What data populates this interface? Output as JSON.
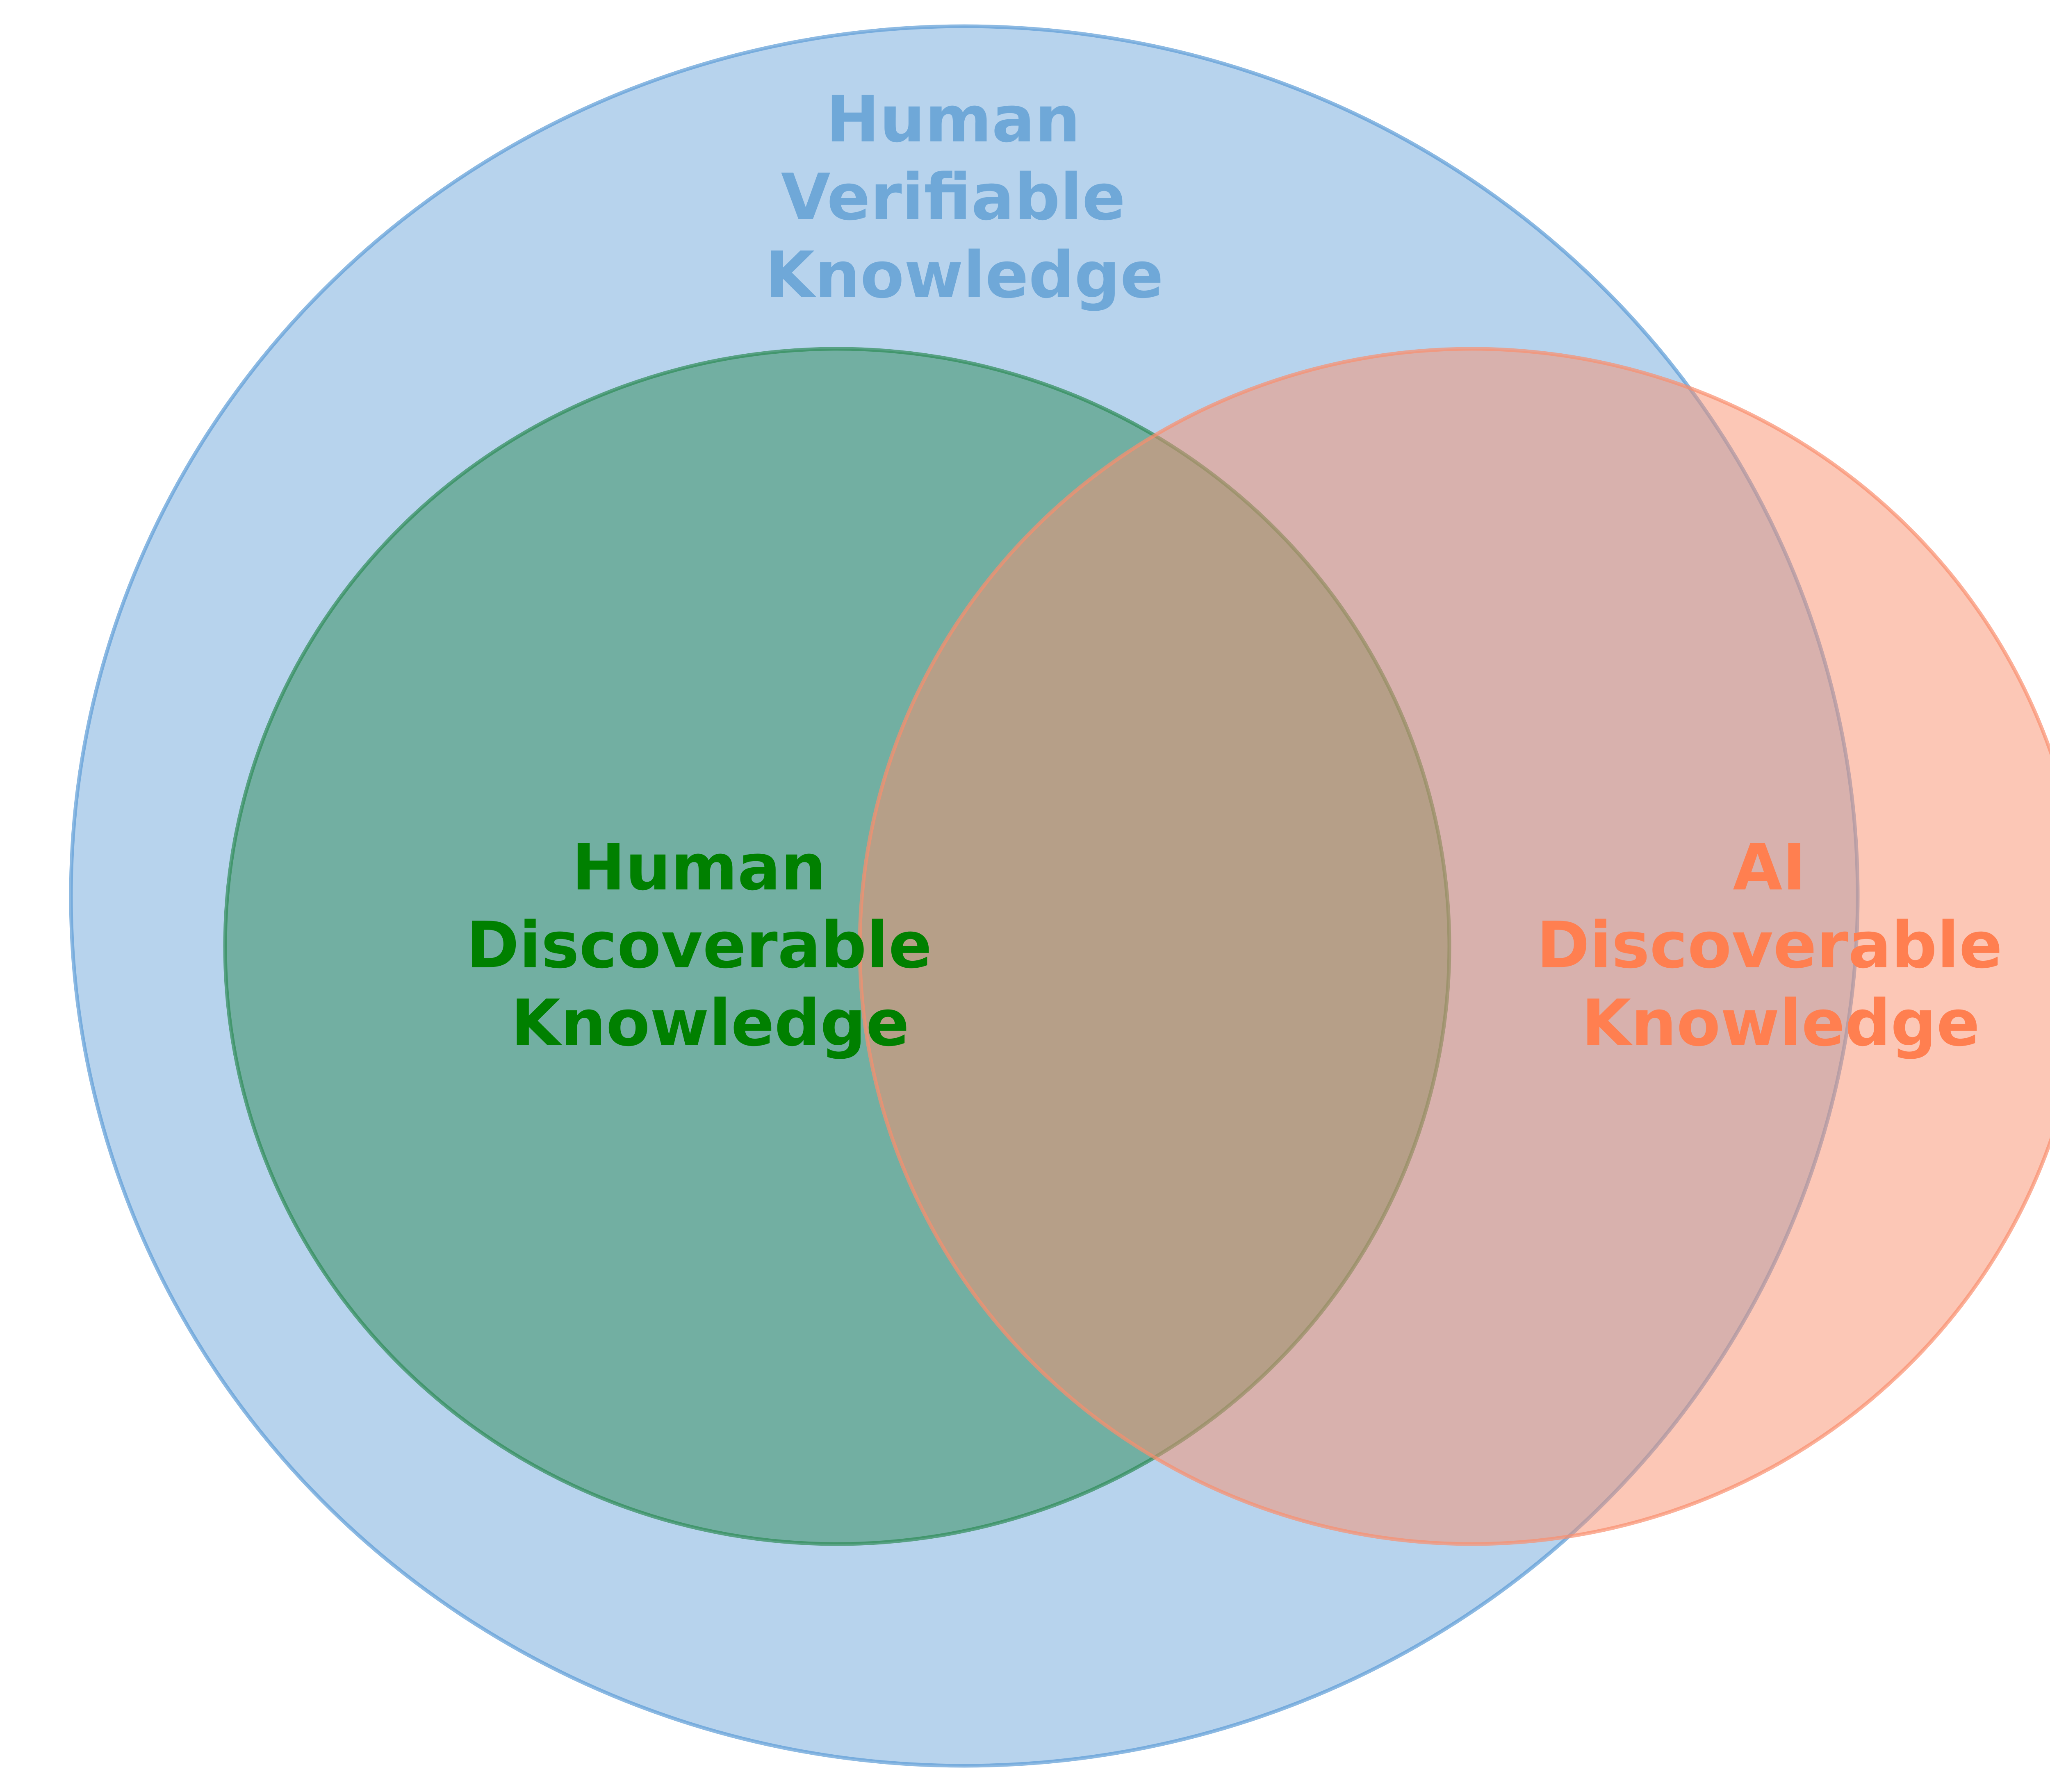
{
  "diagram": {
    "type": "venn",
    "sets": [
      {
        "id": "human_verifiable",
        "label_lines": [
          "Human",
          "Verifiable",
          "Knowledge"
        ],
        "fill_color": "#6fa8dc",
        "stroke_color": "#5b9bd5",
        "label_color": "#6fa8d8"
      },
      {
        "id": "human_discoverable",
        "label_lines": [
          "Human",
          "Discoverable",
          "Knowledge"
        ],
        "fill_color": "#2e8b57",
        "stroke_color": "#2e8b57",
        "label_color": "#008000"
      },
      {
        "id": "ai_discoverable",
        "label_lines": [
          "AI",
          "Discoverable",
          "Knowledge"
        ],
        "fill_color": "#fa8f6e",
        "stroke_color": "#fa8f6e",
        "label_color": "#ff7f50"
      }
    ],
    "relations": [
      {
        "type": "subset",
        "set": "human_discoverable",
        "of": "human_verifiable"
      },
      {
        "type": "overlap",
        "sets": [
          "human_discoverable",
          "ai_discoverable"
        ]
      },
      {
        "type": "overlap",
        "sets": [
          "ai_discoverable",
          "human_verifiable"
        ]
      }
    ]
  }
}
